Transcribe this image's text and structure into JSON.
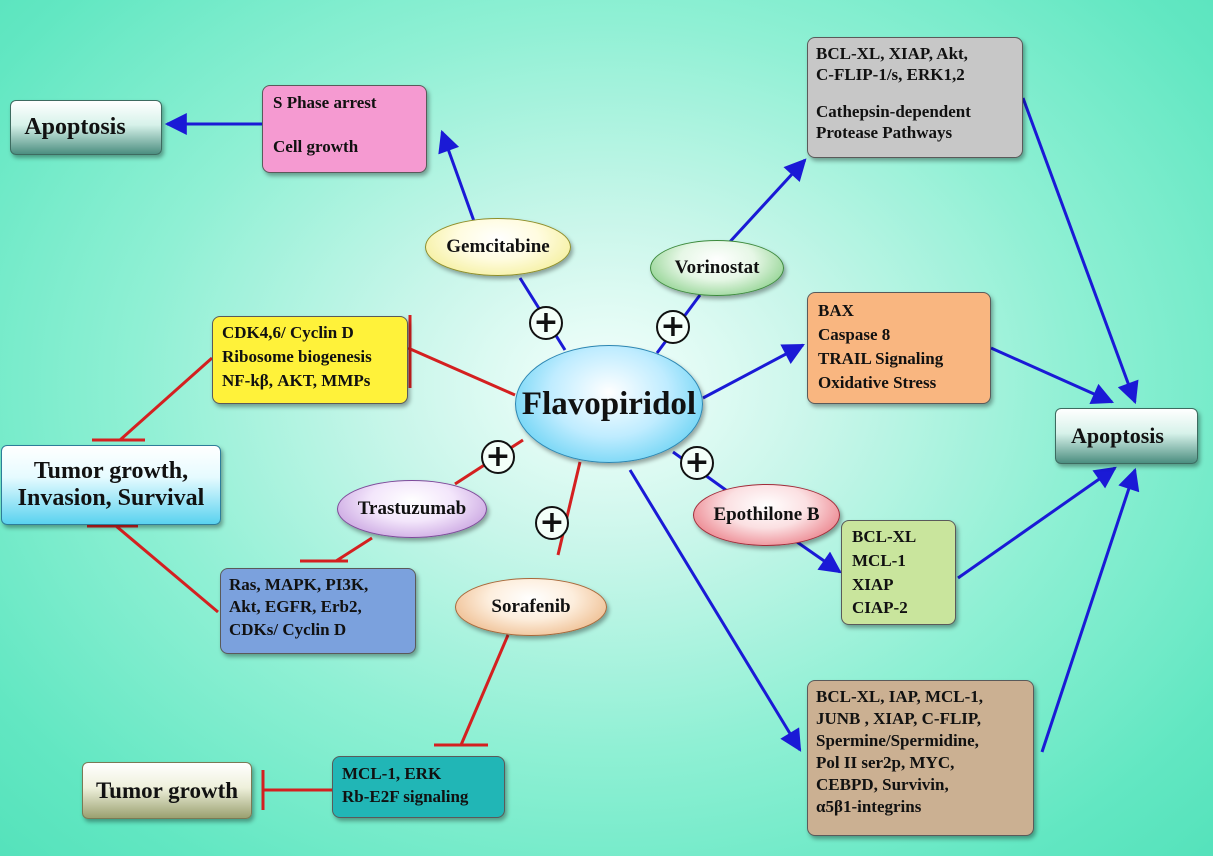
{
  "center": {
    "label": "Flavopiridol"
  },
  "drugs": {
    "gemcitabine": "Gemcitabine",
    "vorinostat": "Vorinostat",
    "trastuzumab": "Trastuzumab",
    "sorafenib": "Sorafenib",
    "epothilone": "Epothilone B"
  },
  "plus_symbol": "+",
  "boxes": {
    "s_phase": [
      "S Phase arrest",
      "Cell growth"
    ],
    "bcl_xiap": [
      "BCL-XL, XIAP, Akt,",
      "C-FLIP-1/s, ERK1,2"
    ],
    "cathepsin": [
      "Cathepsin-dependent",
      "Protease Pathways"
    ],
    "bax": [
      "BAX",
      "Caspase 8",
      "TRAIL Signaling",
      "Oxidative Stress"
    ],
    "cdk": [
      "CDK4,6/ Cyclin D",
      "Ribosome biogenesis",
      "NF-kβ, AKT, MMPs"
    ],
    "ras": [
      "Ras, MAPK, PI3K,",
      "Akt, EGFR, Erb2,",
      "CDKs/ Cyclin D"
    ],
    "bcl_mcl": [
      "BCL-XL",
      "MCL-1",
      "XIAP",
      "CIAP-2"
    ],
    "mcl_erk": [
      "MCL-1, ERK",
      "Rb-E2F signaling"
    ],
    "bcl_iap": [
      "BCL-XL, IAP, MCL-1,",
      "JUNB , XIAP, C-FLIP,",
      "Spermine/Spermidine,",
      "Pol II ser2p, MYC,",
      "CEBPD, Survivin,",
      "α5β1-integrins"
    ]
  },
  "outcomes": {
    "apoptosis_left": "Apoptosis",
    "apoptosis_right": "Apoptosis",
    "tumor_invasion": [
      "Tumor growth,",
      "Invasion, Survival"
    ],
    "tumor_growth": "Tumor growth"
  },
  "colors": {
    "activation_arrow": "#1a1ad6",
    "inhibition_line": "#d42020",
    "indicator_arrow": "#f2f22a"
  }
}
